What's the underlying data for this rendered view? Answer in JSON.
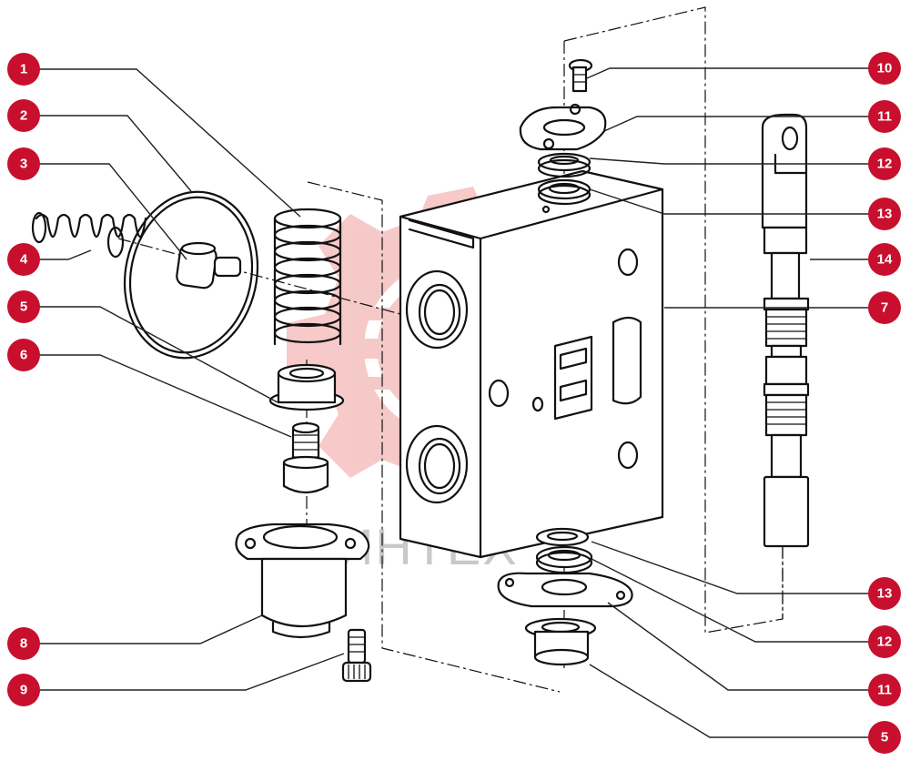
{
  "watermark": {
    "text": "ИНТЕХ",
    "color": "#f4b7b7"
  },
  "badge_color": "#c8102e",
  "callouts": [
    {
      "id": "c1",
      "label": "1"
    },
    {
      "id": "c2",
      "label": "2"
    },
    {
      "id": "c3",
      "label": "3"
    },
    {
      "id": "c4",
      "label": "4"
    },
    {
      "id": "c5",
      "label": "5"
    },
    {
      "id": "c6",
      "label": "6"
    },
    {
      "id": "c8",
      "label": "8"
    },
    {
      "id": "c9",
      "label": "9"
    },
    {
      "id": "c10",
      "label": "10"
    },
    {
      "id": "c11a",
      "label": "11"
    },
    {
      "id": "c12a",
      "label": "12"
    },
    {
      "id": "c13a",
      "label": "13"
    },
    {
      "id": "c14",
      "label": "14"
    },
    {
      "id": "c7",
      "label": "7"
    },
    {
      "id": "c13b",
      "label": "13"
    },
    {
      "id": "c12b",
      "label": "12"
    },
    {
      "id": "c11b",
      "label": "11"
    },
    {
      "id": "c5b",
      "label": "5"
    }
  ]
}
